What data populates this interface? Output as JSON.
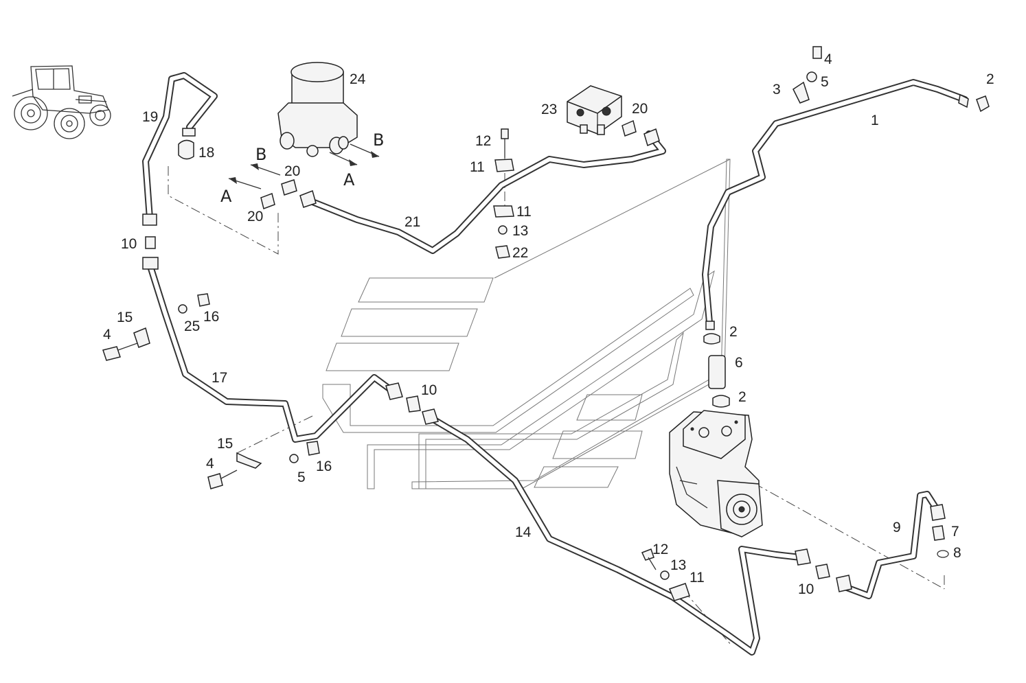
{
  "labels": {
    "l1": "1",
    "l2a": "2",
    "l2b": "2",
    "l2c": "2",
    "l3": "3",
    "l4a": "4",
    "l4b": "4",
    "l4c": "4",
    "l5a": "5",
    "l5b": "5",
    "l6": "6",
    "l7": "7",
    "l8": "8",
    "l9": "9",
    "l10a": "10",
    "l10b": "10",
    "l10c": "10",
    "l11a": "11",
    "l11b": "11",
    "l11c": "11",
    "l12a": "12",
    "l12b": "12",
    "l13a": "13",
    "l13b": "13",
    "l14": "14",
    "l15a": "15",
    "l15b": "15",
    "l16a": "16",
    "l16b": "16",
    "l17": "17",
    "l18": "18",
    "l19": "19",
    "l20a": "20",
    "l20b": "20",
    "l20c": "20",
    "l21": "21",
    "l22": "22",
    "l23": "23",
    "l24": "24",
    "l25": "25"
  },
  "flow": {
    "a1": "A",
    "b1": "B",
    "a2": "A",
    "b2": "B"
  },
  "icons": {
    "tractor": "tractor-icon",
    "compressor": "air-compressor",
    "dryer": "air-dryer",
    "valve": "valve-block",
    "watermark": "watermark-logo"
  }
}
